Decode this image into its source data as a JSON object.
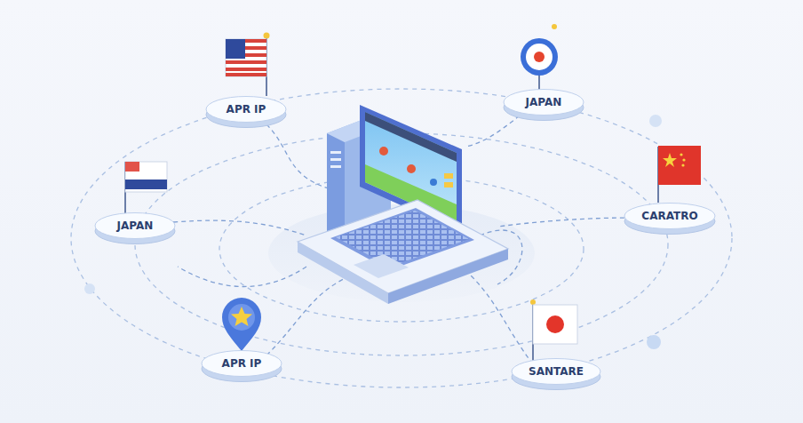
{
  "diagram": {
    "nodes": [
      {
        "text": [
          "APR IP"
        ]
      },
      {
        "text": [
          "JAPAN"
        ]
      },
      {
        "text": [
          "JAPAN"
        ]
      },
      {
        "text": [
          "CARATRO"
        ]
      },
      {
        "text": [
          "APR IP"
        ]
      },
      {
        "text": [
          "SANTARE"
        ]
      }
    ]
  }
}
